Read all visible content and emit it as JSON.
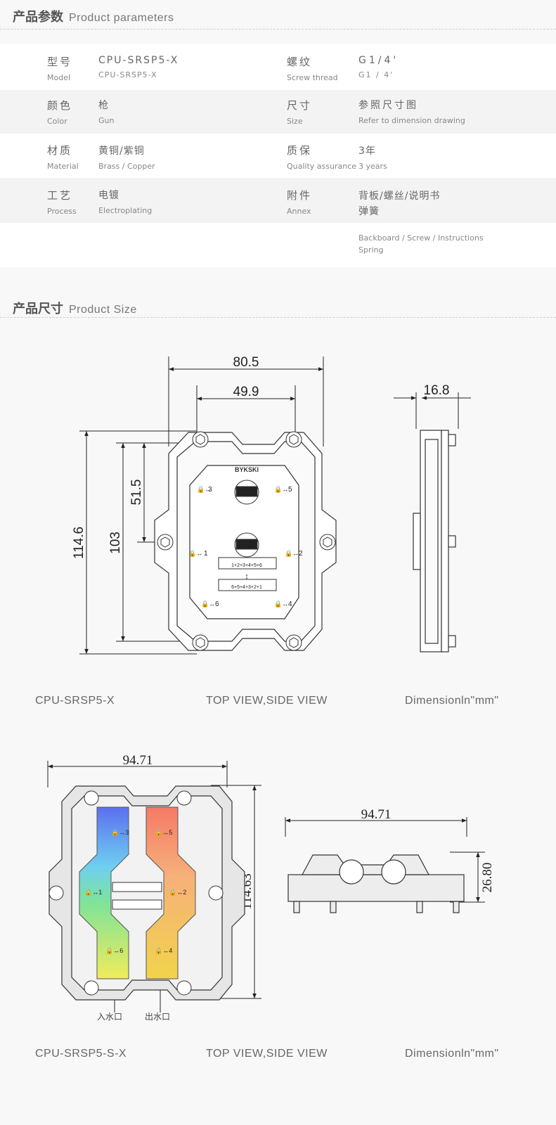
{
  "params_section": {
    "title_zh": "产品参数",
    "title_en": "Product parameters"
  },
  "params": [
    {
      "left": {
        "label_zh": "型号",
        "label_en": "Model",
        "value_zh": "CPU-SRSP5-X",
        "value_en": "CPU-SRSP5-X"
      },
      "right": {
        "label_zh": "螺纹",
        "label_en": "Screw thread",
        "value_zh": "G1/4'",
        "value_en": "G1 / 4'"
      }
    },
    {
      "left": {
        "label_zh": "颜色",
        "label_en": "Color",
        "value_zh": "枪",
        "value_en": "Gun"
      },
      "right": {
        "label_zh": "尺寸",
        "label_en": "Size",
        "value_zh": "参照尺寸图",
        "value_en": "Refer to dimension drawing"
      }
    },
    {
      "left": {
        "label_zh": "材质",
        "label_en": "Material",
        "value_zh": "黄铜/紫铜",
        "value_en": "Brass / Copper"
      },
      "right": {
        "label_zh": "质保",
        "label_en": "Quality assurance",
        "value_zh": "3年",
        "value_en": "3 years"
      }
    },
    {
      "left": {
        "label_zh": "工艺",
        "label_en": "Process",
        "value_zh": "电镀",
        "value_en": "Electroplating"
      },
      "right": {
        "label_zh": "附件",
        "label_en": "Annex",
        "value_zh": "背板/螺丝/说明书",
        "value_zh2": "弹簧",
        "value_en": "Backboard / Screw / Instructions",
        "value_en2": "Spring"
      }
    }
  ],
  "size_section": {
    "title_zh": "产品尺寸",
    "title_en": "Product Size"
  },
  "drawing1": {
    "dims": {
      "width_outer": "80.5",
      "width_inner": "49.9",
      "height_total": "114.6",
      "height_holes": "103",
      "height_half": "51.5",
      "side_thickness": "16.8"
    },
    "top_labels": {
      "brand": "BYKSKI",
      "p3": "3",
      "p5": "5",
      "p1": "1",
      "p2": "2",
      "p6": "6",
      "p4": "4",
      "seq1": "1+2+3+4+5+6",
      "seq2": "6+5+4+3+2+1"
    },
    "captions": {
      "model": "CPU-SRSP5-X",
      "view": "TOP VIEW,SIDE VIEW",
      "unit": "Dimensionln\"mm\""
    }
  },
  "drawing2": {
    "dims": {
      "width": "94.71",
      "height": "114.63",
      "side_width": "94.71",
      "side_height": "26.80"
    },
    "labels": {
      "inlet": "入水口",
      "outlet": "出水口"
    },
    "captions": {
      "model": "CPU-SRSP5-S-X",
      "view": "TOP VIEW,SIDE VIEW",
      "unit": "Dimensionln\"mm\""
    }
  },
  "colors": {
    "accent_blue": "#5b6ff0",
    "accent_red": "#f47a66",
    "accent_yellow": "#f0d44a",
    "accent_green": "#7de39a"
  }
}
